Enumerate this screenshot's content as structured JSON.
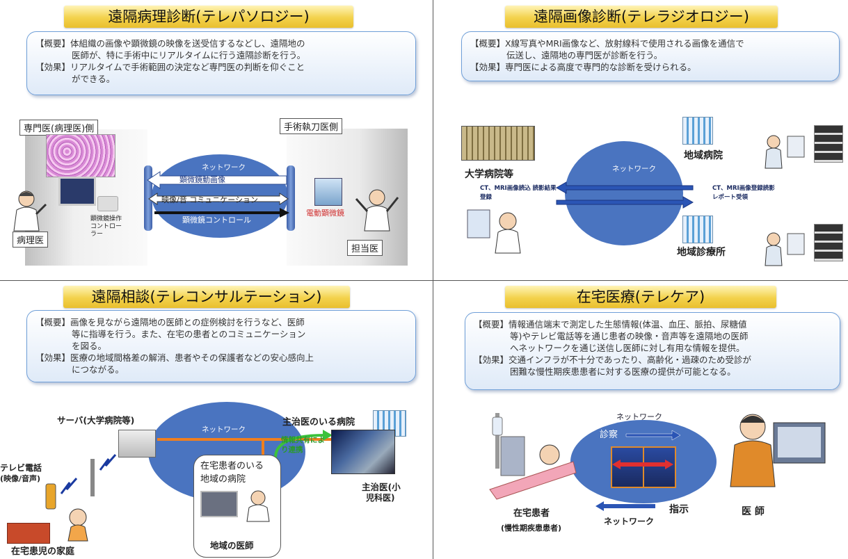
{
  "q1": {
    "title": "遠隔病理診断(テレパソロジー)",
    "summary1": "【概要】体組織の画像や顕微鏡の映像を送受信するなどし、遠隔地の",
    "summary2": "医師が、特に手術中にリアルタイムに行う遠隔診断を行う。",
    "summary3": "【効果】リアルタイムで手術範囲の決定など専門医の判断を仰ぐこと",
    "summary4": "ができる。",
    "left_panel": "専門医(病理医)側",
    "right_panel": "手術執刀医側",
    "network": "ネットワーク",
    "arrow1": "顕微鏡動画像",
    "arrow2": "映像/音 コミュニケーション",
    "arrow3": "顕微鏡コントロール",
    "controller": "顕微鏡操作コントローラー",
    "microscope": "電動顕微鏡",
    "pathologist": "病理医",
    "attending": "担当医"
  },
  "q2": {
    "title": "遠隔画像診断(テレラジオロジー)",
    "summary1": "【概要】X線写真やMRI画像など、放射線科で使用される画像を通信で",
    "summary2": "伝送し、遠隔地の専門医が診断を行う。",
    "summary3": "【効果】専門医による高度で専門的な診断を受けられる。",
    "university": "大学病院等",
    "network": "ネットワーク",
    "left_arrow_label": "CT、MRI画像読込 読影結果登録",
    "right_arrow_label": "CT、MRI画像登録読影レポート受領",
    "regional_hospital": "地域病院",
    "regional_clinic": "地域診療所"
  },
  "q3": {
    "title": "遠隔相談(テレコンサルテーション)",
    "summary1": "【概要】画像を見ながら遠隔地の医師との症例検討を行うなど、医師",
    "summary2": "等に指導を行う。また、在宅の患者とのコミュニケーション",
    "summary3": "を図る。",
    "summary4": "【効果】医療の地域間格差の解消、患者やその保護者などの安心感向上",
    "summary5": "につながる。",
    "server": "サーバ(大学病院等)",
    "network": "ネットワーク",
    "main_hospital": "主治医のいる病院",
    "info_share": "情報共有により連携",
    "regional_box1": "在宅患者のいる",
    "regional_box2": "地域の病院",
    "regional_doctor": "地域の医師",
    "videophone1": "テレビ電話",
    "videophone2": "(映像/音声)",
    "home": "在宅患児の家庭",
    "main_doctor1": "主治医(小",
    "main_doctor2": "児科医)"
  },
  "q4": {
    "title": "在宅医療(テレケア)",
    "summary1": "【概要】情報通信端末で測定した生態情報(体温、血圧、脈拍、尿糖値",
    "summary2": "等)やテレビ電話等を通じ患者の映像・音声等を遠隔地の医師",
    "summary3": "へネットワークを通じ送信し医師に対し有用な情報を提供。",
    "summary4": "【効果】交通インフラが不十分であったり、高齢化・過疎のため受診が",
    "summary5": "困難な慢性期疾患患者に対する医療の提供が可能となる。",
    "network_top": "ネットワーク",
    "consult": "診察",
    "instruction": "指示",
    "network_bottom": "ネットワーク",
    "patient": "在宅患者",
    "patient_sub": "(慢性期疾患患者)",
    "doctor": "医 師"
  },
  "colors": {
    "network": "#4a74c0",
    "title_bg": "#f3d24c",
    "summary_border": "#6f9fd8",
    "orange_line": "#f07f1f",
    "green_arrow": "#3cc23c"
  }
}
